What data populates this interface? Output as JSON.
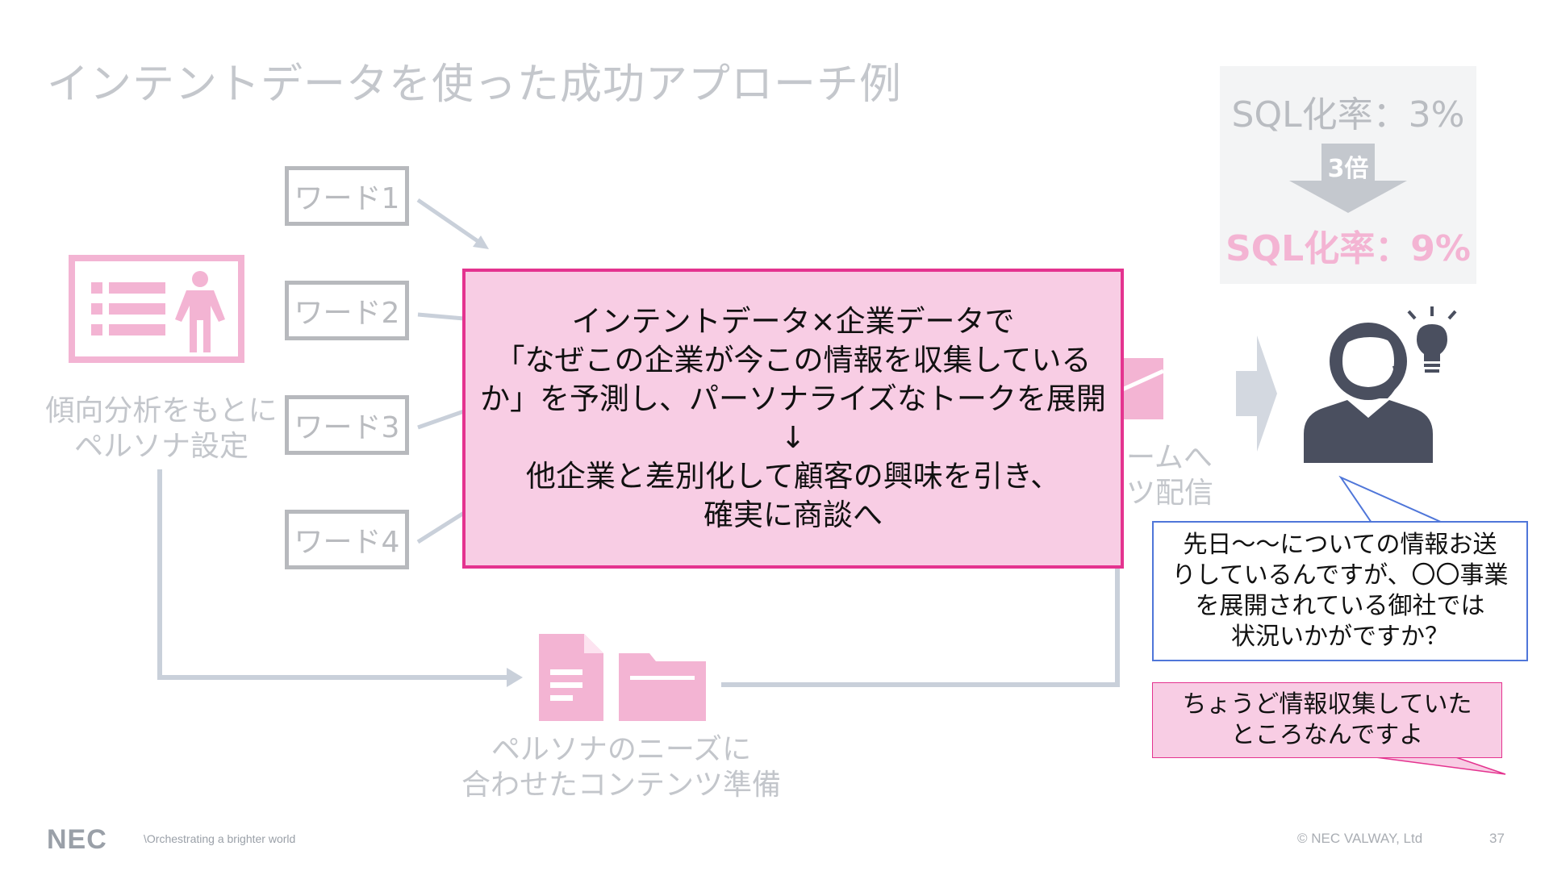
{
  "slide": {
    "title": "インテントデータを使った成功アプローチ例",
    "persona_caption": [
      "傾向分析をもとに",
      "ペルソナ設定"
    ],
    "words": [
      "ワード1",
      "ワード2",
      "ワード3",
      "ワード4"
    ],
    "content_caption": [
      "ペルソナのニーズに",
      "合わせたコンテンツ準備"
    ],
    "hidden_caption": [
      "ームへ",
      "ツ配信"
    ],
    "main_message": [
      "インテントデータ×企業データで",
      "「なぜこの企業が今この情報を収集している",
      "か」を予測し、パーソナライズなトークを展開",
      "↓",
      "他企業と差別化して顧客の興味を引き、",
      "確実に商談へ"
    ],
    "sql_before": "SQL化率：3%",
    "multiplier": "3倍",
    "sql_after": "SQL化率：9%",
    "sales_bubble": [
      "先日～～についての情報お送",
      "りしているんですが、〇〇事業",
      "を展開されている御社では",
      "状況いかがですか？"
    ],
    "customer_bubble": [
      "ちょうど情報収集していた",
      "ところなんですよ"
    ]
  },
  "footer": {
    "logo": "NEC",
    "tagline": "\\Orchestrating a brighter world",
    "copyright": "© NEC VALWAY, Ltd",
    "page": "37"
  },
  "colors": {
    "accent_pink": "#e4338f",
    "light_pink": "#f8cde4",
    "icon_pink": "#f3b4d3",
    "grey": "#c3c6cb",
    "navy": "#4a4f5f"
  },
  "icons": [
    "persona-card-icon",
    "document-icon",
    "folder-icon",
    "operator-icon",
    "lightbulb-icon",
    "arrow-right-icon",
    "arrow-down-icon"
  ]
}
